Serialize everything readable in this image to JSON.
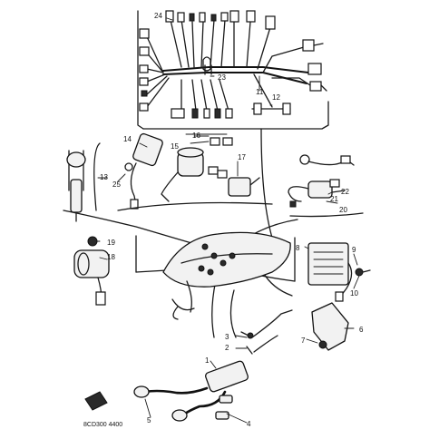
{
  "labels": {
    "l1": "1",
    "l2": "2",
    "l3": "3",
    "l4": "4",
    "l5": "5",
    "l6": "6",
    "l7": "7",
    "l8": "8",
    "l9": "9",
    "l10": "10",
    "l11": "11",
    "l12": "12",
    "l13": "13",
    "l14": "14",
    "l15": "15",
    "l16": "16",
    "l17": "17",
    "l18": "18",
    "l19": "19",
    "l20": "20",
    "l21": "21",
    "l22": "22",
    "l23": "23",
    "l24": "24",
    "l25": "25"
  },
  "diagram_code": "8CD300 4400"
}
